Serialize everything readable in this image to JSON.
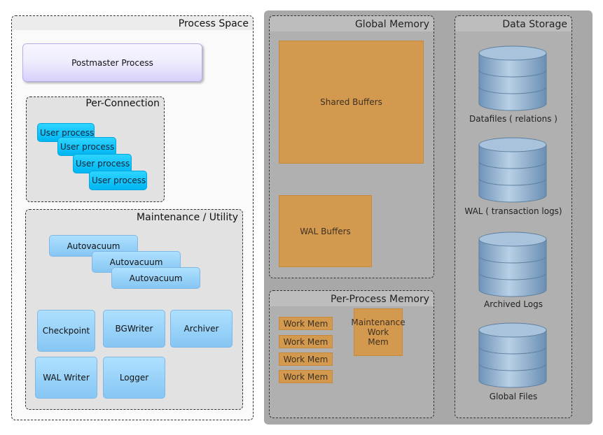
{
  "process_space": {
    "title": "Process Space",
    "postmaster": "Postmaster Process",
    "per_connection": {
      "title": "Per-Connection",
      "user_processes": [
        "User process",
        "User process",
        "User process",
        "User process"
      ]
    },
    "maintenance": {
      "title": "Maintenance / Utility",
      "autovacuum": [
        "Autovacuum",
        "Autovacuum",
        "Autovacuum"
      ],
      "checkpoint": "Checkpoint",
      "bgwriter": "BGWriter",
      "archiver": "Archiver",
      "wal_writer": "WAL Writer",
      "logger": "Logger"
    }
  },
  "global_memory": {
    "title": "Global Memory",
    "shared_buffers": "Shared Buffers",
    "wal_buffers": "WAL Buffers"
  },
  "per_process_memory": {
    "title": "Per-Process Memory",
    "work_mem": [
      "Work Mem",
      "Work Mem",
      "Work Mem",
      "Work Mem"
    ],
    "maintenance_work_mem": [
      "Maintenance",
      "Work",
      "Mem"
    ]
  },
  "data_storage": {
    "title": "Data Storage",
    "items": [
      "Datafiles ( relations )",
      "WAL ( transaction logs)",
      "Archived Logs",
      "Global Files"
    ]
  },
  "colors": {
    "blue_fill": "#9fd6fb",
    "cyan_fill": "#14c5fb",
    "orange_fill": "#d3994f",
    "cylinder": "#8fb0cf"
  }
}
